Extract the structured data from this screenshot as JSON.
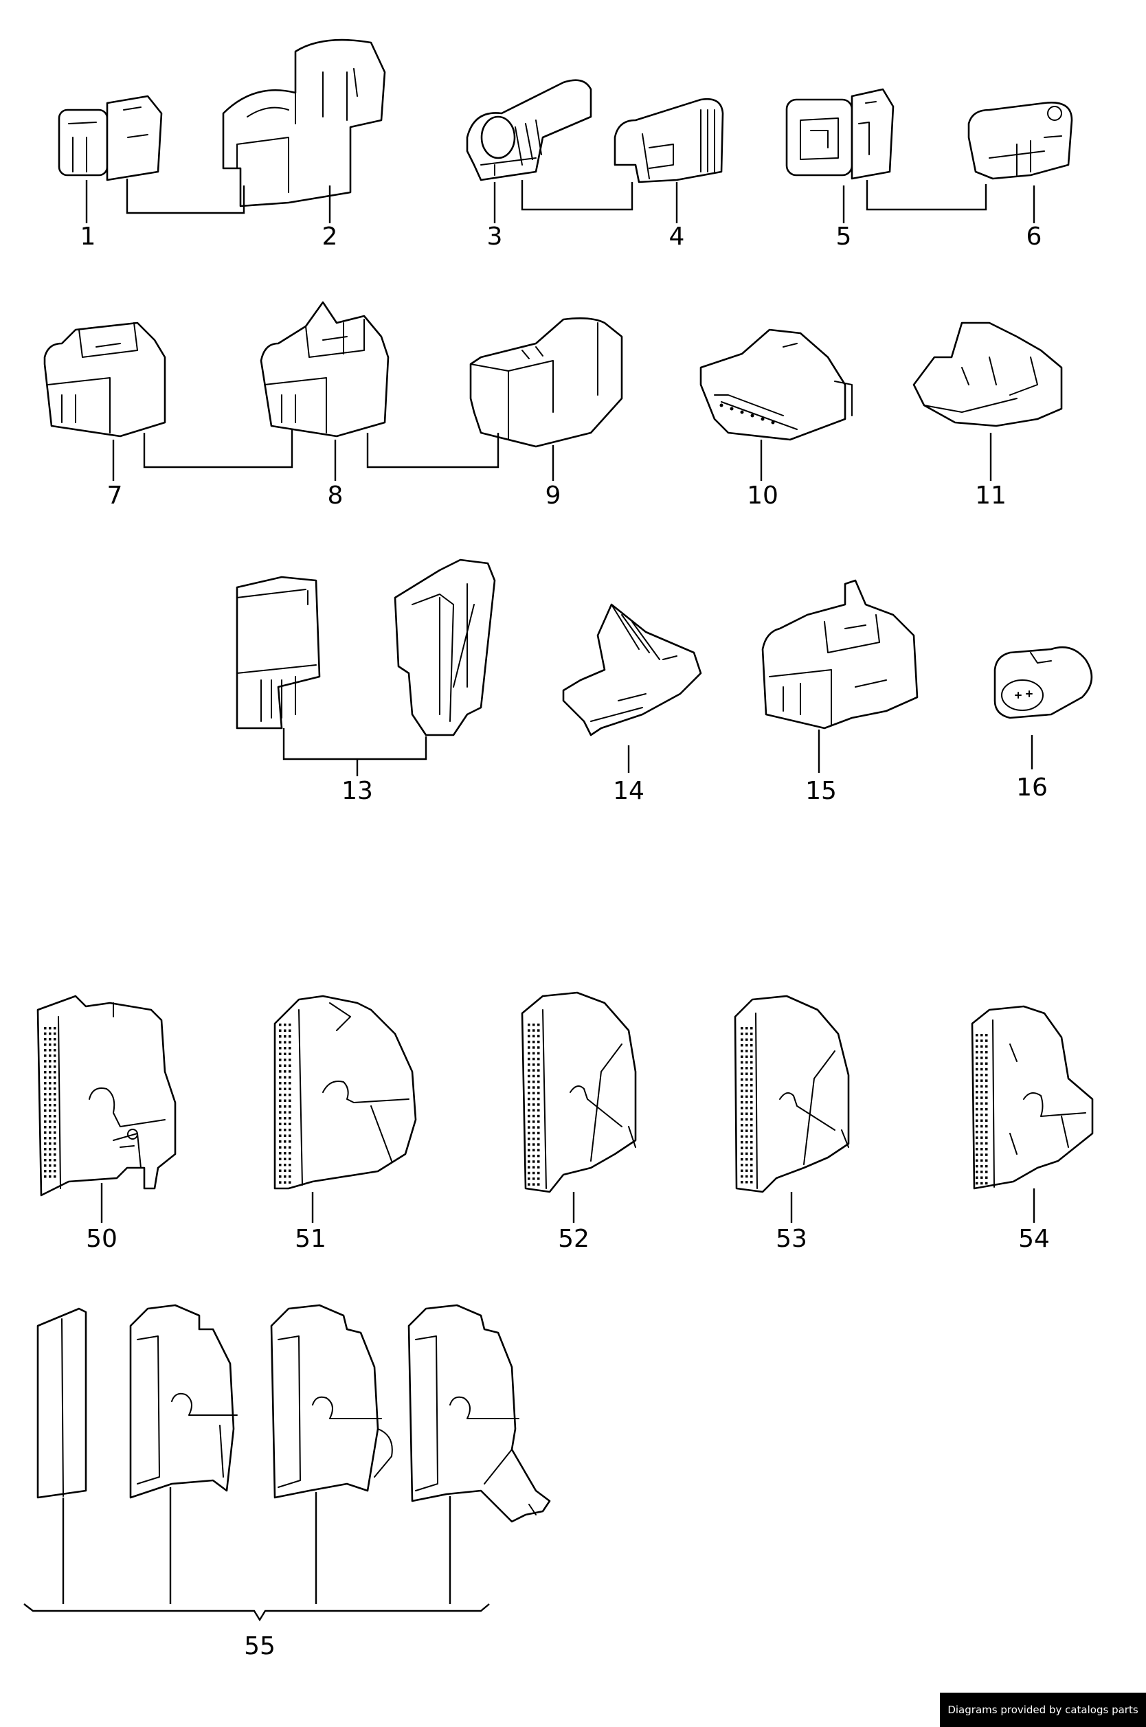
{
  "labels": [
    "1",
    "2",
    "3",
    "4",
    "5",
    "6",
    "7",
    "8",
    "9",
    "10",
    "11",
    "13",
    "14",
    "15",
    "16",
    "50",
    "51",
    "52",
    "53",
    "54",
    "55"
  ],
  "footer_text": "Diagrams provided by catalogs parts"
}
